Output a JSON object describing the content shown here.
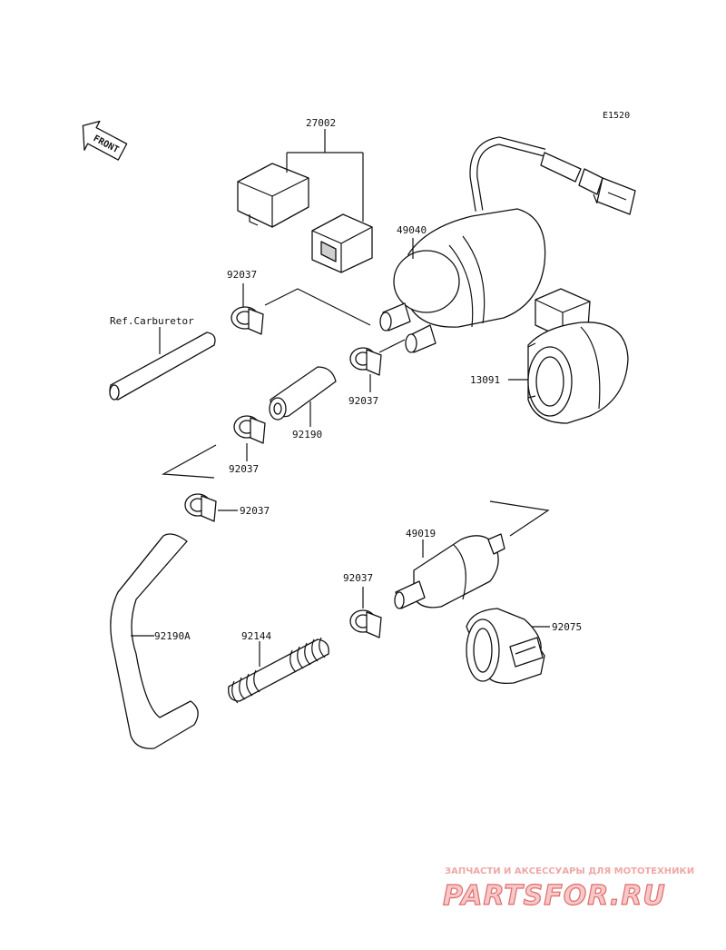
{
  "diagram": {
    "code": "E1520",
    "front_label": "FRONT",
    "parts": [
      {
        "id": "p27002",
        "label": "27002"
      },
      {
        "id": "p49040",
        "label": "49040"
      },
      {
        "id": "p92037a",
        "label": "92037"
      },
      {
        "id": "pref",
        "label": "Ref.Carburetor"
      },
      {
        "id": "p92037b",
        "label": "92037"
      },
      {
        "id": "p13091",
        "label": "13091"
      },
      {
        "id": "p92190",
        "label": "92190"
      },
      {
        "id": "p92037c",
        "label": "92037"
      },
      {
        "id": "p92037d",
        "label": "92037"
      },
      {
        "id": "p49019",
        "label": "49019"
      },
      {
        "id": "p92037e",
        "label": "92037"
      },
      {
        "id": "p92075",
        "label": "92075"
      },
      {
        "id": "p92190A",
        "label": "92190A"
      },
      {
        "id": "p92144",
        "label": "92144"
      }
    ]
  },
  "watermark": {
    "tagline": "ЗАПЧАСТИ И АКСЕССУАРЫ ДЛЯ МОТОТЕХНИКИ",
    "brand": "PARTSFOR.RU"
  }
}
